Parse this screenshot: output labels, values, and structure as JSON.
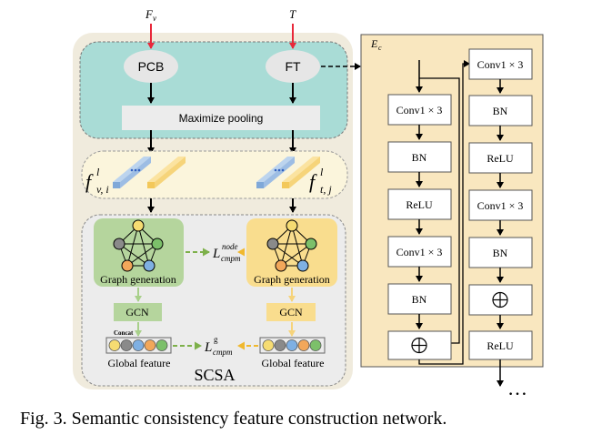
{
  "inputs": {
    "fv_base": "F",
    "fv_sub": "v",
    "t": "T"
  },
  "top_block": {
    "pcb": "PCB",
    "ft": "FT",
    "pooling": "Maximize pooling"
  },
  "features": {
    "fv_base": "f",
    "fv_sup": "l",
    "fv_sub": "v, i",
    "ft_base": "f",
    "ft_sup": "l",
    "ft_sub": "t, j"
  },
  "graph_section": {
    "left_label": "Graph generation",
    "right_label": "Graph generation",
    "gcn_left": "GCN",
    "gcn_right": "GCN",
    "concat": "Concat",
    "global_left": "Global feature",
    "global_right": "Global feature",
    "loss_node_base": "L",
    "loss_node_sup": "node",
    "loss_node_sub": "cmpm",
    "loss_g_base": "L",
    "loss_g_sup": "g",
    "loss_g_sub": "cmpm",
    "title": "SCSA"
  },
  "ec_block": {
    "label_base": "E",
    "label_sub": "c",
    "left_column": [
      "Conv1 × 3",
      "BN",
      "ReLU",
      "Conv1 × 3",
      "BN"
    ],
    "right_column": [
      "Conv1 × 3",
      "BN",
      "ReLU",
      "Conv1 × 3",
      "BN"
    ],
    "right_relu": "ReLU",
    "ellipsis": "…"
  },
  "colors": {
    "teal": "#a9dcd6",
    "beige": "#f0ebdd",
    "ec_bg": "#f9e7bf",
    "green_graph": "#b5d59d",
    "yellow_graph": "#f9dd8e",
    "red_arrow": "#e8283a",
    "green_arrow": "#7db04a",
    "yellow_arrow": "#f0b82e"
  },
  "caption": "Fig. 3.   Semantic consistency feature construction network."
}
